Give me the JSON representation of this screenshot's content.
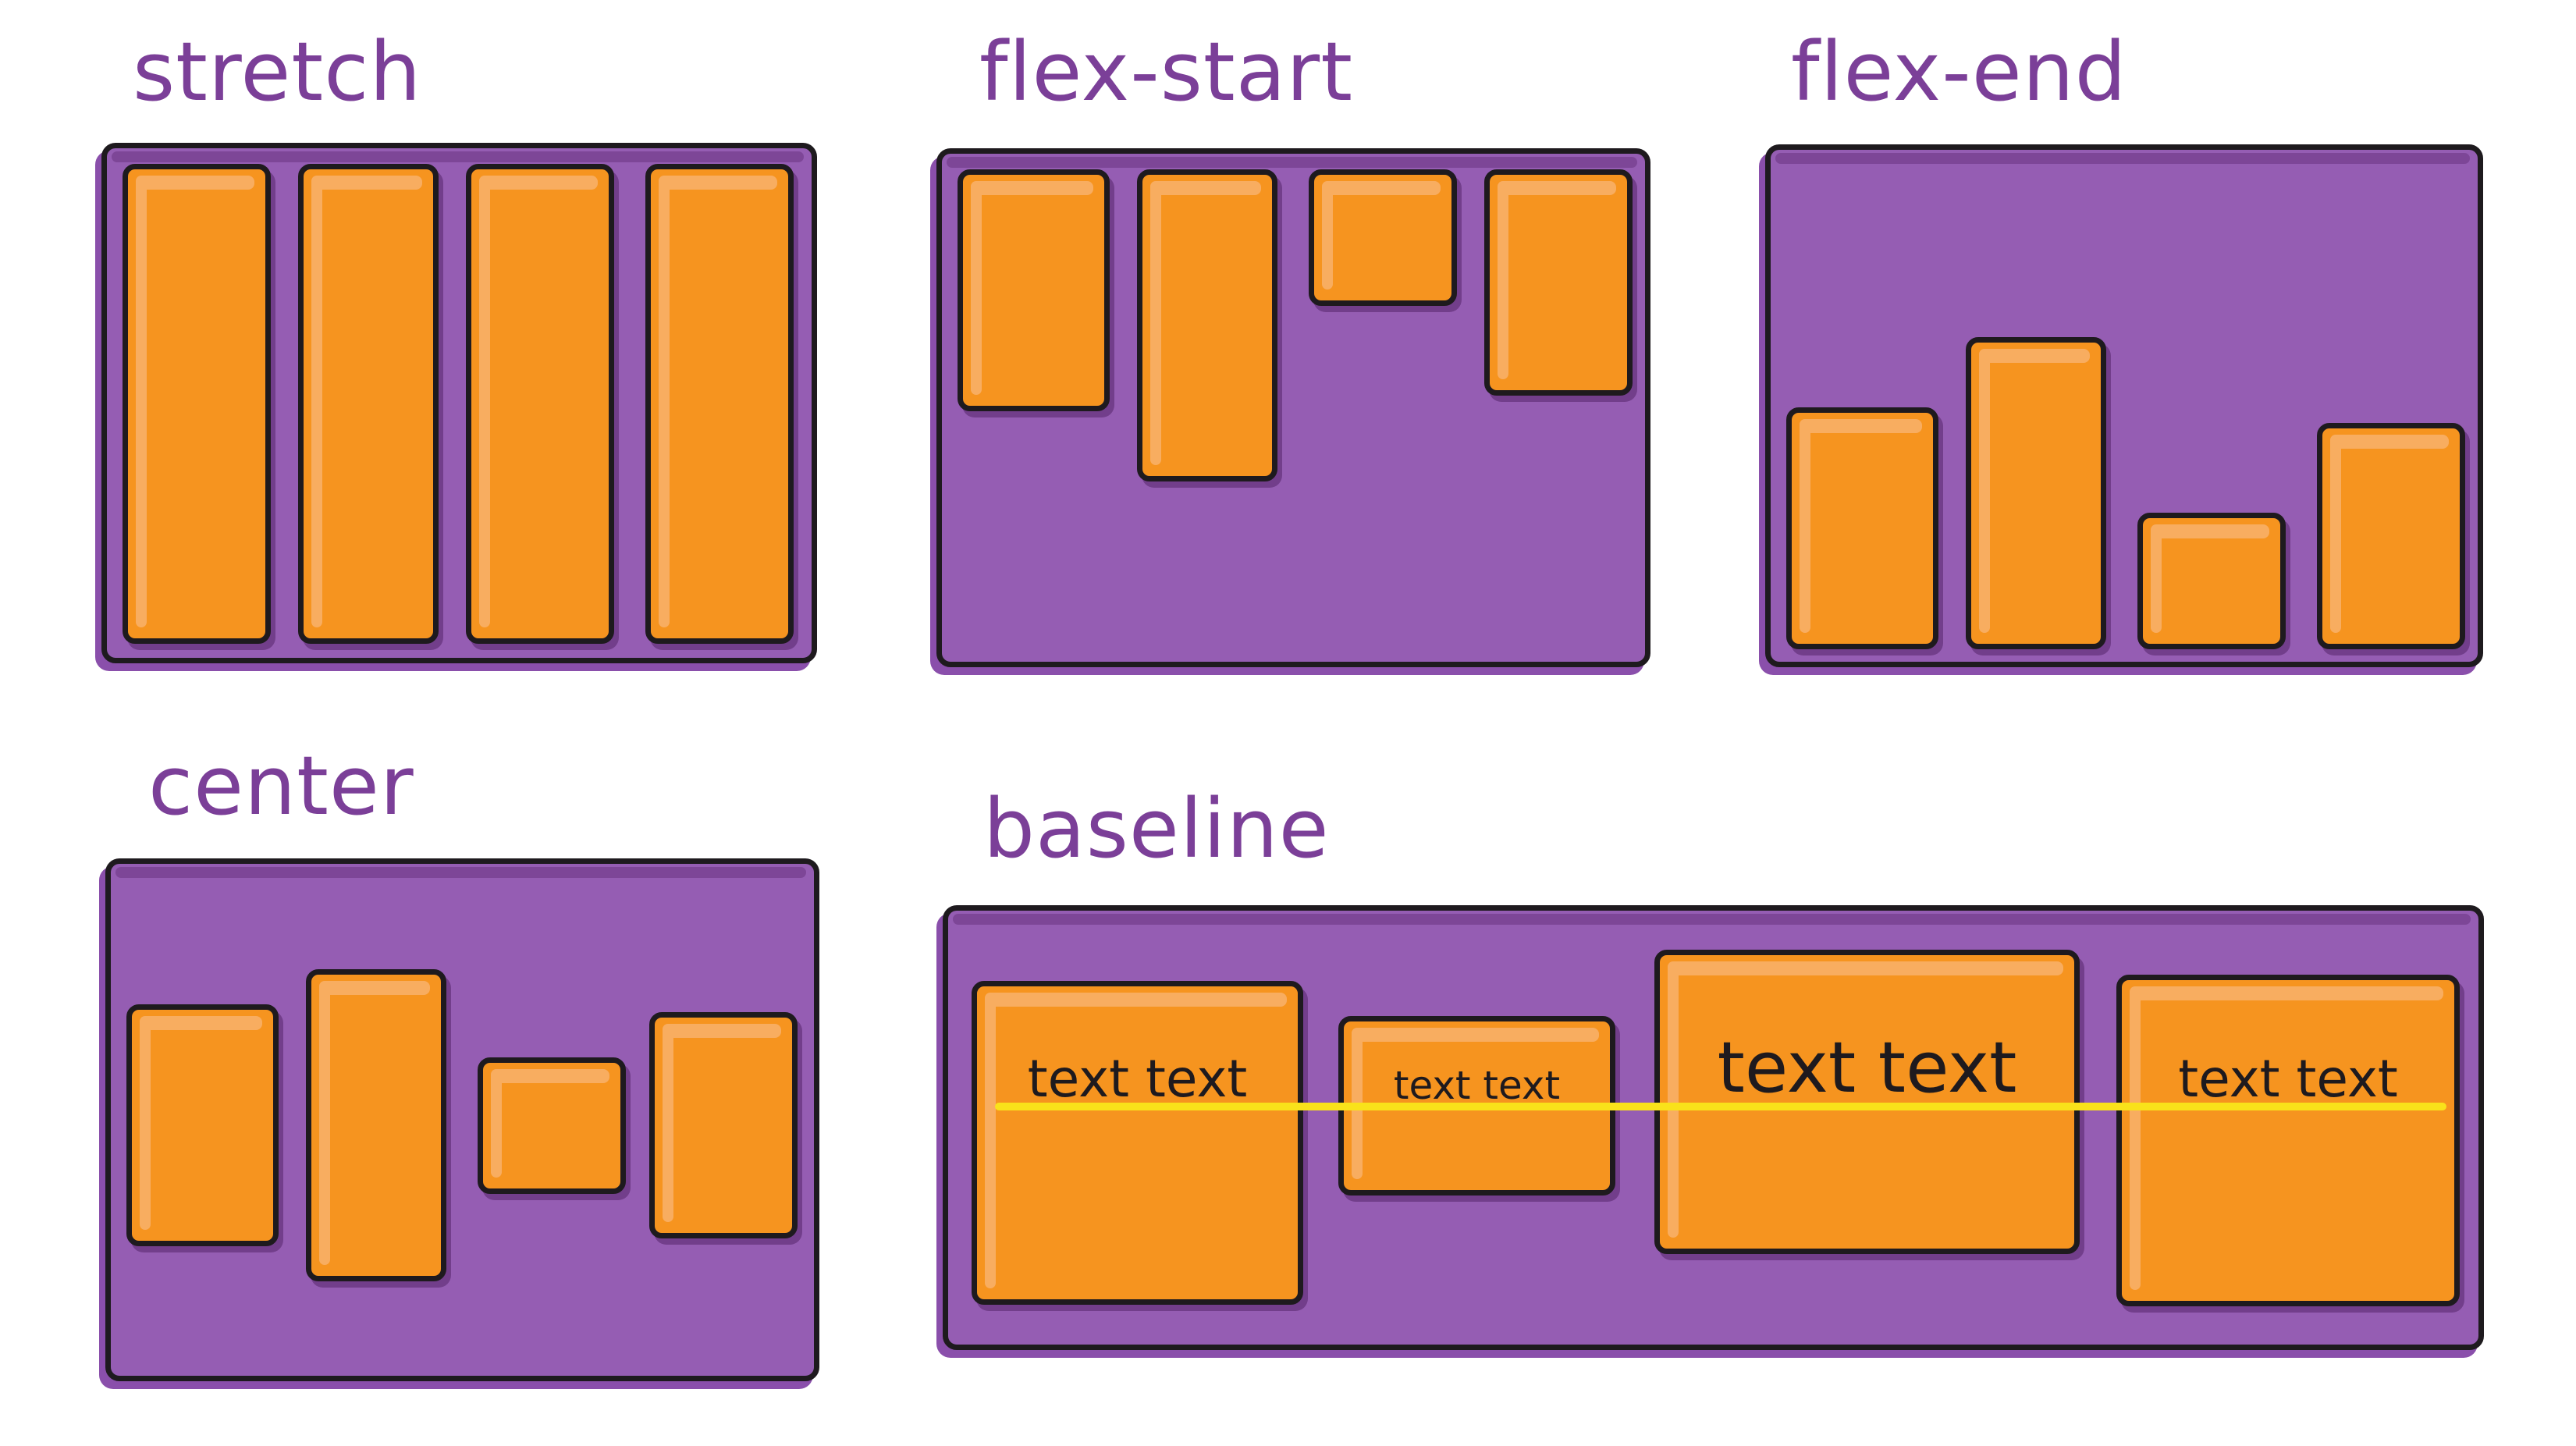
{
  "colors": {
    "title": "#7b3f98",
    "container": "#955db3",
    "item": "#f6941f",
    "item_highlight": "#f8ad60",
    "outline": "#1e1a1e",
    "baseline": "#f9e21a"
  },
  "panels": {
    "stretch": {
      "title": "stretch"
    },
    "flex_start": {
      "title": "flex-start"
    },
    "flex_end": {
      "title": "flex-end"
    },
    "center": {
      "title": "center"
    },
    "baseline": {
      "title": "baseline",
      "items": [
        {
          "text": "text text"
        },
        {
          "text": "text text"
        },
        {
          "text": "text text"
        },
        {
          "text": "text text"
        }
      ]
    }
  }
}
